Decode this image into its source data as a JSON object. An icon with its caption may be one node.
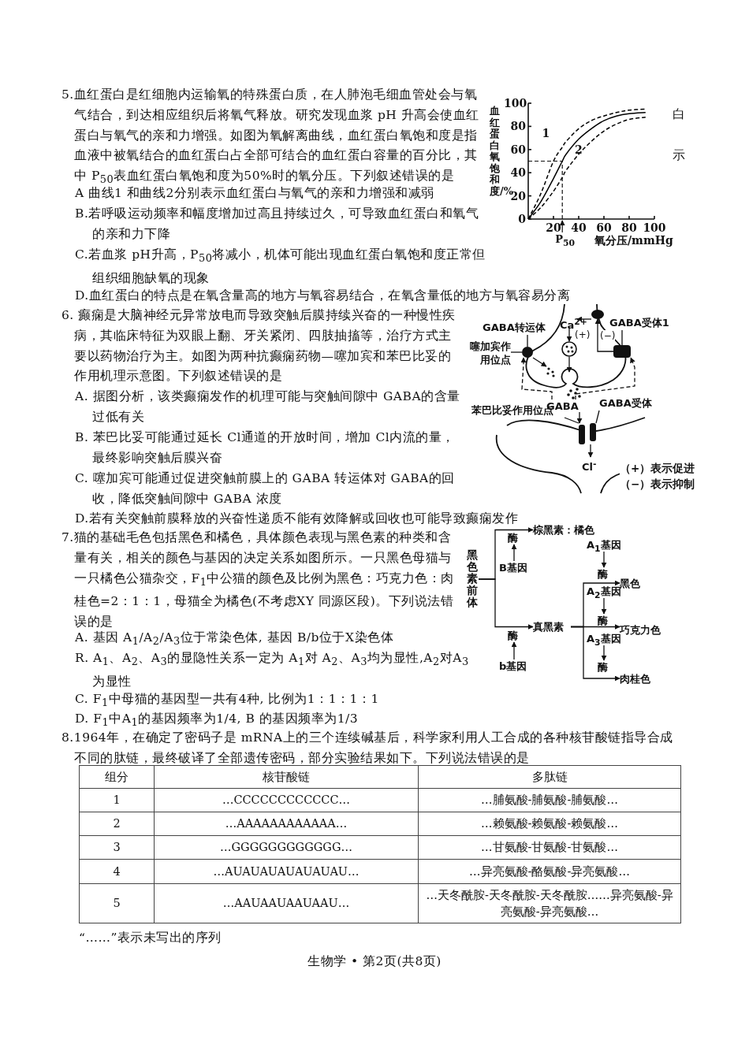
{
  "diagram": {
    "nodes": [
      {
        "text": [
          "GABA转运体"
        ]
      },
      {
        "text": [
          "噻加宾作用位点"
        ]
      },
      {
        "text": [],
        "shape": "circle"
      },
      {
        "text": [
          "GABA受体1"
        ]
      },
      {
        "text": [],
        "shape": "box"
      },
      {
        "text": [],
        "shape": "circle"
      },
      {
        "text": [
          "Ca$^{2+}$"
        ]
      },
      {
        "text": [],
        "shape": "circle"
      },
      {
        "text": [
          "GABA"
        ]
      },
      {
        "text": [
          "GABA受体"
        ]
      },
      {
        "text": [],
        "shape": "box"
      },
      {
        "text": [
          "苯巴比妥作用位点"
        ]
      },
      {
        "text": [
          "Cl$^{-}$"
        ]
      },
      {
        "text": [
          "黑色素前体"
        ]
      },
      {
        "text": [
          "棕黑素：橘色"
        ]
      },
      {
        "text": [
          "酶"
        ]
      },
      {
        "text": [
          "B基因"
        ]
      },
      {
        "text": [
          "真黑素"
        ]
      },
      {
        "text": [
          "酶"
        ]
      },
      {
        "text": [
          "b基因"
        ]
      },
      {
        "text": [
          "A$_{1}$基因"
        ]
      },
      {
        "text": [
          "酶"
        ]
      },
      {
        "text": [
          "黑色"
        ]
      },
      {
        "text": [
          "A$_{2}$基因"
        ]
      },
      {
        "text": [
          "酶"
        ]
      },
      {
        "text": [
          "巧克力色"
        ]
      },
      {
        "text": [
          "A$_{3}$基因"
        ]
      },
      {
        "text": [
          "酶"
        ]
      },
      {
        "text": [
          "肉桂色"
        ]
      }
    ],
    "edges": [
      {
        "from": 0,
        "to": 2,
        "arrow": "none"
      },
      {
        "from": 1,
        "to": 2,
        "arrow": "none"
      },
      {
        "from": 3,
        "to": 4,
        "arrow": "none"
      },
      {
        "from": 5,
        "to": 6,
        "arrow": "to"
      },
      {
        "from": 6,
        "to": 7,
        "arrow": "to",
        "label": "(+)"
      },
      {
        "from": 7,
        "to": null,
        "arrow": "to"
      },
      {
        "from": 4,
        "to": 5,
        "arrow": "to",
        "label": "(−)"
      },
      {
        "from": 8,
        "to": 2,
        "arrow": "to",
        "style": "dashed"
      },
      {
        "from": 8,
        "to": 4,
        "arrow": "to",
        "style": "dashed"
      },
      {
        "from": 8,
        "to": 10,
        "arrow": "to"
      },
      {
        "from": 9,
        "to": 10,
        "arrow": "none"
      },
      {
        "from": 11,
        "to": 10,
        "arrow": "none"
      },
      {
        "from": 10,
        "to": 12,
        "arrow": "to"
      },
      {
        "from": 2,
        "to": null,
        "arrow": "to"
      },
      {
        "from": 13,
        "to": 14,
        "arrow": "to"
      },
      {
        "from": 13,
        "to": 17,
        "arrow": "to"
      },
      {
        "from": 16,
        "to": 15,
        "arrow": "to"
      },
      {
        "from": 19,
        "to": 18,
        "arrow": "to"
      },
      {
        "from": 20,
        "to": 21,
        "arrow": "to"
      },
      {
        "from": 23,
        "to": 24,
        "arrow": "to"
      },
      {
        "from": 26,
        "to": 27,
        "arrow": "to"
      },
      {
        "from": 17,
        "to": 22,
        "arrow": "to"
      },
      {
        "from": 17,
        "to": 25,
        "arrow": "to"
      },
      {
        "from": 17,
        "to": 28,
        "arrow": "to"
      }
    ],
    "labels": [
      "5.血红蛋白是红细胞内运输氧的特殊蛋白质，在人肺泡毛细血管处会与氧气结合，到达相应组织后将氧气释放。研究发现血浆 pH 升高会使血红蛋白与氧气的亲和力增强。如图为氧解离曲线，血红蛋白氧饱和度是指血液中被氧结合的血红蛋白占全部可结合的血红蛋白容量的百分比，其中 P$_{50}$表血红蛋白氧饱和度为50%时的氧分压。下列叙述错误的是",
      "白",
      "示",
      "A 曲线1 和曲线2分别表示血红蛋白与氧气的亲和力增强和减弱",
      "B.若呼吸运动频率和幅度增加过高且持续过久，可导致血红蛋白和氧气的亲和力下降",
      "C.若血浆 pH升高，P$_{50}$将减小，机体可能出现血红蛋白氧饱和度正常但组织细胞缺氧的现象",
      "D.血红蛋白的特点是在氧含量高的地方与氧容易结合，在氧含量低的地方与氧容易分离",
      "6. 癫痫是大脑神经元异常放电而导致突触后膜持续兴奋的一种慢性疾病，其临床特征为双眼上翻、牙关紧闭、四肢抽搐等，治疗方式主要以药物治疗为主。如图为两种抗癫痫药物—噻加宾和苯巴比妥的作用机理示意图。下列叙述错误的是",
      "A. 据图分析，该类癫痫发作的机理可能与突触间隙中 GABA的含量过低有关",
      "B. 苯巴比妥可能通过延长 Cl通道的开放时间，增加 Cl内流的量，最终影响突触后膜兴奋",
      "C. 噻加宾可能通过促进突触前膜上的 GABA 转运体对 GABA的回收，降低突触间隙中 GABA 浓度",
      "D.若有关突触前膜释放的兴奋性递质不能有效降解或回收也可能导致癫痫发作",
      "（+）表示促进",
      "（−）表示抑制",
      "7.猫的基础毛色包括黑色和橘色，具体颜色表现与黑色素的种类和含量有关，相关的颜色与基因的决定关系如图所示。一只黑色母猫与一只橘色公猫杂交，F$_{1}$中公猫的颜色及比例为黑色：巧克力色：肉桂色=2：1：1，母猫全为橘色(不考虑XY 同源区段)。下列说法错误的是",
      "A. 基因 A$_{1}$/A$_{2}$/A$_{3}$位于常染色体, 基因 B/b位于X染色体",
      "R. A$_{1}$、A$_{2}$、A$_{3}$的显隐性关系一定为 A$_{1}$对 A$_{2}$、A$_{3}$均为显性,A$_{2}$对A$_{3}$为显性",
      "C. F$_{1}$中母猫的基因型一共有4种, 比例为1：1：1：1",
      "D. F$_{1}$中A$_{1}$的基因频率为1/4, B 的基因频率为1/3",
      "8.1964年，在确定了密码子是 mRNA上的三个连续碱基后，科学家利用人工合成的各种核苷酸链指导合成不同的肽链，最终破译了全部遗传密码，部分实验结果如下。下列说法错误的是",
      "组分",
      "核苷酸链",
      "多肽链",
      "1",
      "…CCCCCCCCCCCC…",
      "…脯氨酸-脯氨酸-脯氨酸…",
      "2",
      "…AAAAAAAAAAAA…",
      "…赖氨酸-赖氨酸-赖氨酸…",
      "3",
      "…GGGGGGGGGGGG…",
      "…甘氨酸-甘氨酸-甘氨酸…",
      "4",
      "…AUAUAUAUAUAUAU…",
      "…异亮氨酸-酪氨酸-异亮氨酸…",
      "5",
      "…AAUAAUAAUAAU…",
      "…天冬酰胺-天冬酰胺-天冬酰胺……异亮氨酸-异亮氨酸-异亮氨酸…",
      "“……”表示未写出的序列",
      "生物学 • 第2页(共8页)"
    ],
    "chart_data": {
      "type": "line",
      "xlabel": "氧分压/mmHg",
      "ylabel": "血红蛋白氧饱和度/%",
      "x": [
        0,
        10,
        20,
        27,
        30,
        40,
        50,
        60,
        70,
        80,
        93
      ],
      "series": [
        {
          "name": "1",
          "color": "#000000",
          "line_style": "dashed",
          "values": [
            0,
            22,
            50,
            62,
            67,
            78,
            85,
            89,
            92,
            94,
            95
          ]
        },
        {
          "color": "#000000",
          "values": [
            0,
            15,
            35,
            50,
            56,
            69,
            78,
            85,
            89,
            91,
            92
          ]
        },
        {
          "name": "2",
          "color": "#000000",
          "line_style": "dashed",
          "values": [
            0,
            10,
            24,
            36,
            42,
            56,
            67,
            76,
            82,
            86,
            88
          ]
        }
      ],
      "xlim": [
        0,
        100
      ],
      "ylim": [
        0,
        100
      ],
      "xticks": [
        20,
        40,
        60,
        80,
        100
      ],
      "yticks": [
        0,
        20,
        40,
        60,
        80,
        100
      ],
      "ref_lines": [
        {
          "axis": "y",
          "value": 50
        },
        {
          "axis": "x",
          "value": 27
        }
      ],
      "annotations": [
        {
          "x": 27,
          "y": 0,
          "text": "P$_{50}$"
        }
      ]
    }
  }
}
